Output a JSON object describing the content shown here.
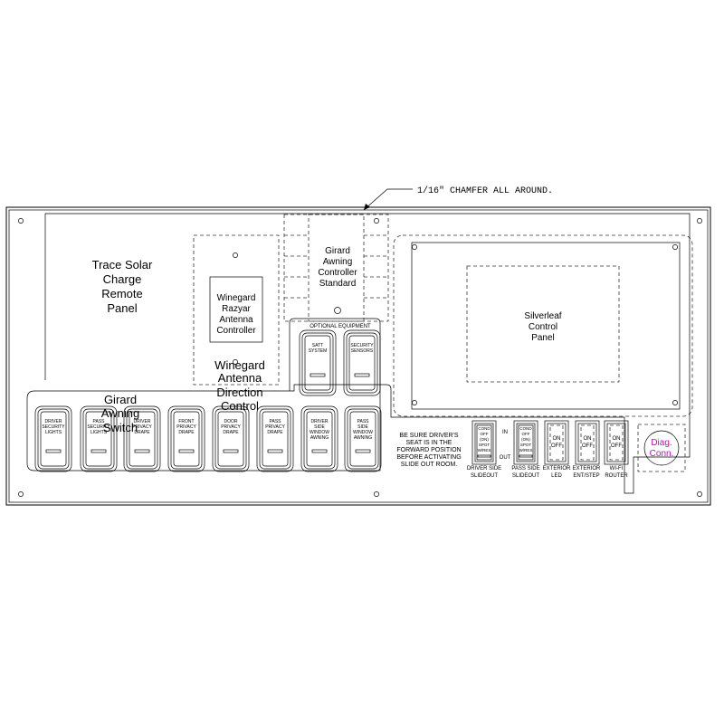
{
  "callout": "1/16\" CHAMFER ALL AROUND.",
  "trace_solar": [
    "Trace Solar",
    "Charge",
    "Remote",
    "Panel"
  ],
  "razyar": [
    "Winegard",
    "Razyar",
    "Antenna",
    "Controller"
  ],
  "antenna_direction": [
    "Winegard",
    "Antenna",
    "Direction",
    "Control"
  ],
  "girard_awning_controller": [
    "Girard",
    "Awning",
    "Controller",
    "Standard"
  ],
  "girard_awning_switch": [
    "Girard",
    "Awning",
    "Switch"
  ],
  "silverleaf": [
    "Silverleaf",
    "Control",
    "Panel"
  ],
  "optional_equipment": "OPTIONAL EQUIPMENT",
  "optional_switches": [
    [
      "SATT",
      "SYSTEM"
    ],
    [
      "SECURITY",
      "SENSORS"
    ]
  ],
  "rocker_switches": [
    [
      "DRIVER",
      "SECURITY",
      "LIGHTS"
    ],
    [
      "PASS",
      "SECURITY",
      "LIGHTS"
    ],
    [
      "DRIVER",
      "PRIVACY",
      "DRAPE"
    ],
    [
      "FRONT",
      "PRIVACY",
      "DRAPE"
    ],
    [
      "DOOR",
      "PRIVACY",
      "DRAPE"
    ],
    [
      "PASS",
      "PRIVACY",
      "DRAPE"
    ],
    [
      "DRIVER",
      "SIDE",
      "WINDOW",
      "AWNING"
    ],
    [
      "PASS",
      "SIDE",
      "WINDOW",
      "AWNING"
    ]
  ],
  "warning": [
    "BE SURE DRIVER'S",
    "SEAT IS IN THE",
    "FORWARD POSITION",
    "BEFORE ACTIVATING",
    "SLIDE OUT ROOM."
  ],
  "in_label": "IN",
  "out_label": "OUT",
  "cond_switch_text": [
    "COND",
    "OFF",
    "(ON)",
    "SPOT",
    "W/RES"
  ],
  "on_label": "ON",
  "off_label": "OFF",
  "bottom_labels": [
    [
      "DRIVER SIDE",
      "SLIDEOUT"
    ],
    [
      "PASS SIDE",
      "SLIDEOUT"
    ],
    [
      "EXTERIOR",
      "LED"
    ],
    [
      "EXTERIOR",
      "ENT/STEP"
    ],
    [
      "WI-FI",
      "ROUTER"
    ]
  ],
  "diag_conn": [
    "Diag.",
    "Conn."
  ],
  "colors": {
    "line": "#000000",
    "dash": "#333333",
    "diag": "#cc00cc"
  }
}
